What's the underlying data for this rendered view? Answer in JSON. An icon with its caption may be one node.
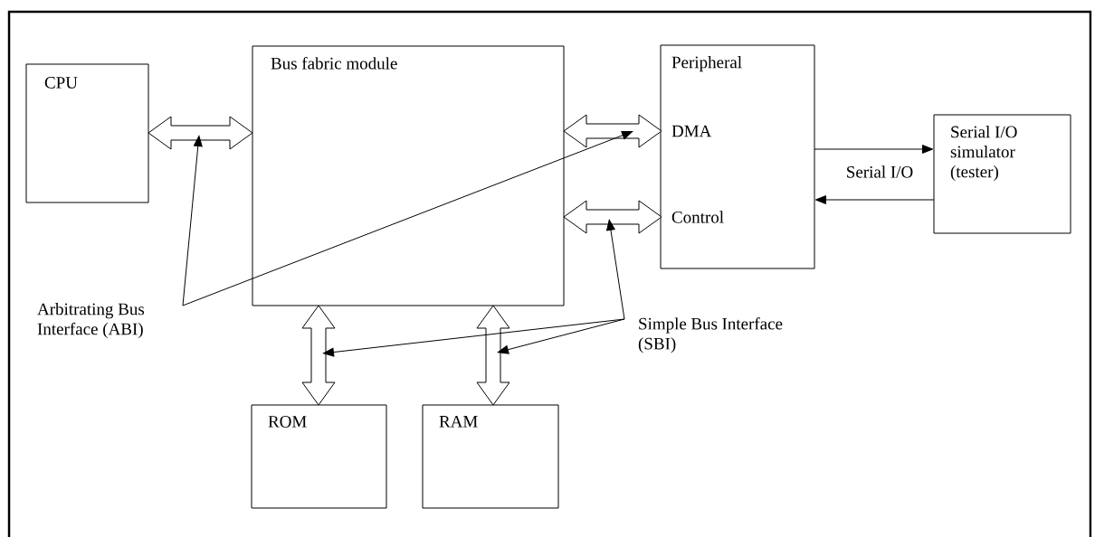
{
  "diagram": {
    "nodes": [
      {
        "text": [
          "CPU"
        ]
      },
      {
        "text": [
          "Bus fabric module"
        ]
      },
      {
        "text": [
          "Peripheral"
        ]
      },
      {
        "text": [
          "DMA"
        ],
        "in": 2
      },
      {
        "text": [
          "Control"
        ],
        "in": 2
      },
      {
        "text": [
          "Serial I/O simulator (tester)"
        ]
      },
      {
        "text": [
          "ROM"
        ]
      },
      {
        "text": [
          "RAM"
        ]
      },
      {
        "text": [
          "Arbitrating Bus Interface (ABI)"
        ]
      },
      {
        "text": [
          "Simple Bus Interface (SBI)"
        ]
      }
    ],
    "edges": [
      {
        "from": 0,
        "to": 1,
        "arrow": "both",
        "style": "thick"
      },
      {
        "from": 1,
        "to": 3,
        "arrow": "both",
        "style": "thick"
      },
      {
        "from": 1,
        "to": 4,
        "arrow": "both",
        "style": "thick"
      },
      {
        "from": 1,
        "to": 6,
        "arrow": "both",
        "style": "thick"
      },
      {
        "from": 1,
        "to": 7,
        "arrow": "both",
        "style": "thick"
      },
      {
        "from": 2,
        "to": 5,
        "arrow": "to"
      },
      {
        "from": 5,
        "to": 2,
        "arrow": "to"
      },
      {
        "from": 8,
        "to": null,
        "arrow": "to"
      },
      {
        "from": 8,
        "to": null,
        "arrow": "to"
      },
      {
        "from": 9,
        "to": null,
        "arrow": "to"
      },
      {
        "from": 9,
        "to": null,
        "arrow": "to"
      },
      {
        "from": 9,
        "to": null,
        "arrow": "to"
      }
    ],
    "labels": [
      "Serial I/O"
    ]
  }
}
